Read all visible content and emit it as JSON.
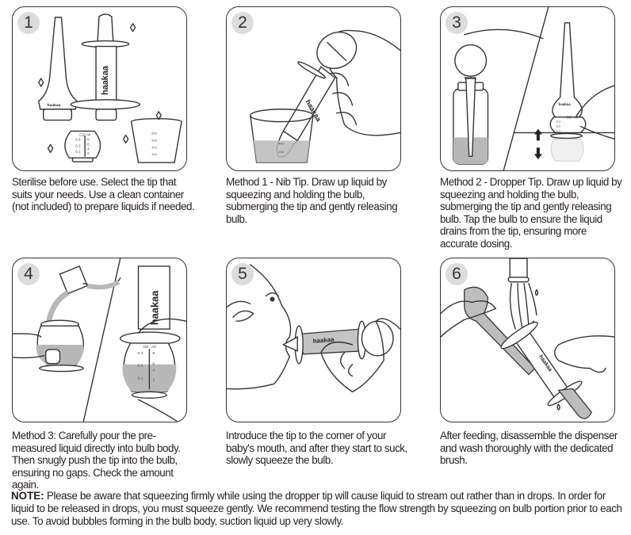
{
  "steps": [
    {
      "number": "1",
      "caption": "Sterilise before use. Select the tip that suits your needs. Use a clean container (not included) to prepare liquids if needed.",
      "illustration": "dispenser-parts-and-measuring-cup",
      "labels": {
        "brand": "haakaa",
        "oz": "OZ",
        "ml": "ml",
        "oz_ticks": [
          "0.3",
          "0.2",
          "0.1"
        ],
        "ml_ticks": [
          "8",
          "6",
          "4",
          "2"
        ],
        "cup_ticks": [
          "8ml",
          "6ml",
          "4ml",
          "2ml"
        ]
      }
    },
    {
      "number": "2",
      "caption": "Method 1 - Nib Tip. Draw up liquid by squeezing and holding the bulb, submerging the tip and gently releasing bulb.",
      "illustration": "hand-drawing-liquid-with-nib-tip",
      "labels": {
        "brand": "haakaa",
        "cup_ticks": [
          "4ml",
          "2ml"
        ]
      }
    },
    {
      "number": "3",
      "caption": "Method 2 - Dropper Tip. Draw up liquid by squeezing and holding the bulb, submerging the tip and gently releasing bulb. Tap the bulb to ensure the liquid drains from the tip, ensuring more accurate dosing.",
      "illustration": "dropper-tip-in-bottle-and-tap-bulb",
      "labels": {
        "brand": "haakaa",
        "oz": "OZ",
        "ml": "ml",
        "oz_ticks": [
          "0.3",
          "0.2",
          "0.1"
        ]
      }
    },
    {
      "number": "4",
      "caption": "Method 3: Carefully pour the pre-measured liquid directly into bulb body. Then snugly push the tip into the bulb, ensuring no gaps. Check the amount again.",
      "illustration": "pour-liquid-into-bulb-and-attach-tip",
      "labels": {
        "brand": "haakaa",
        "oz": "OZ",
        "ml": "ml",
        "oz_ticks": [
          "0.3",
          "0.2",
          "0.1"
        ],
        "ml_ticks": [
          "8",
          "6",
          "4",
          "2"
        ]
      }
    },
    {
      "number": "5",
      "caption": "Introduce the tip to the corner of your baby's mouth, and after they start to suck, slowly squeeze the bulb.",
      "illustration": "feeding-baby-with-dispenser",
      "labels": {
        "brand": "haakaa"
      }
    },
    {
      "number": "6",
      "caption": "After feeding, disassemble the dispenser and wash thoroughly with the dedicated brush.",
      "illustration": "washing-dispenser-under-tap-with-brush",
      "labels": {
        "brand": "haakaa"
      }
    }
  ],
  "note": {
    "label": "NOTE:",
    "text": " Please be aware that squeezing firmly while using the dropper tip will cause liquid to stream out rather than in drops. In order for liquid to be released in drops, you must squeeze gently. We recommend testing the flow strength by squeezing on bulb portion prior to each use. To avoid bubbles forming in the bulb body, suction liquid up very slowly."
  }
}
